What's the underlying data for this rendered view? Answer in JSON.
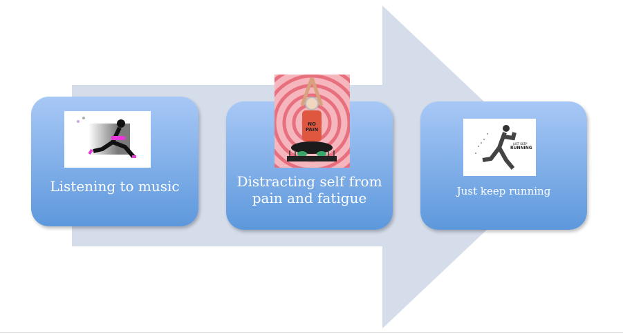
{
  "diagram": {
    "steps": [
      {
        "label": "Listening to music",
        "image": "woman-running-headphones"
      },
      {
        "label": "Distracting self from pain and fatigue",
        "image": "meditating-woman-no-pain",
        "image_text": "NO PAIN"
      },
      {
        "label": "Just keep running",
        "image": "particle-runner",
        "image_text": "JUST KEEP RUNNING"
      }
    ],
    "colors": {
      "arrow": "#d5dcea",
      "box_top": "#a8c8f6",
      "box_bottom": "#5d98dc",
      "text": "#ffffff"
    }
  }
}
